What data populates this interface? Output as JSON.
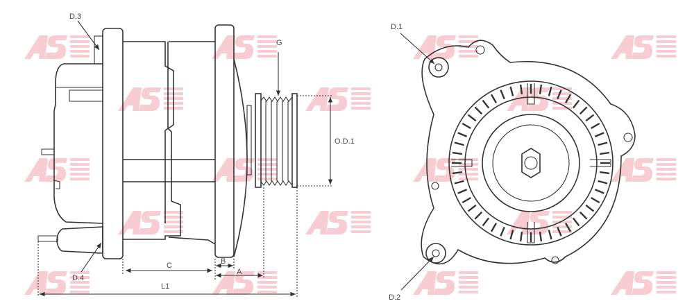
{
  "watermark": {
    "text": "AS",
    "color": "#f2a3ae"
  },
  "labels": {
    "d3": "D.3",
    "d4": "D.4",
    "g": "G",
    "od1": "O.D.1",
    "c": "C",
    "b": "B",
    "a": "A",
    "l1": "L1",
    "d1": "D.1",
    "d2": "D.2"
  }
}
